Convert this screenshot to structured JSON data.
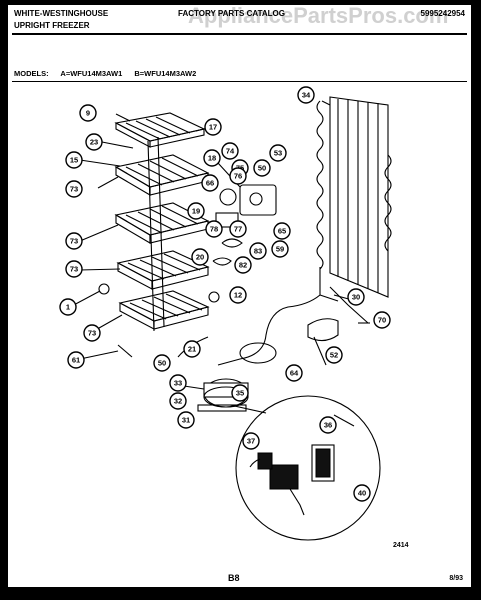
{
  "header": {
    "brand": "WHITE-WESTINGHOUSE",
    "product": "UPRIGHT FREEZER",
    "doc_title": "FACTORY PARTS CATALOG",
    "doc_number": "5995242954",
    "watermark": "AppliancePartsPros.com"
  },
  "models": {
    "label": "MODELS:",
    "a": "A=WFU14M3AW1",
    "b": "B=WFU14M3AW2"
  },
  "callouts": [
    "34",
    "9",
    "17",
    "23",
    "15",
    "18",
    "74",
    "53",
    "50",
    "75",
    "73",
    "66",
    "76",
    "19",
    "77",
    "65",
    "78",
    "73",
    "59",
    "20",
    "83",
    "82",
    "73",
    "12",
    "1",
    "30",
    "70",
    "73",
    "21",
    "61",
    "50",
    "52",
    "64",
    "33",
    "35",
    "32",
    "31",
    "37",
    "36",
    "40"
  ],
  "figure_ref": "2414",
  "page_ref": "B8",
  "date_ref": "8/93"
}
